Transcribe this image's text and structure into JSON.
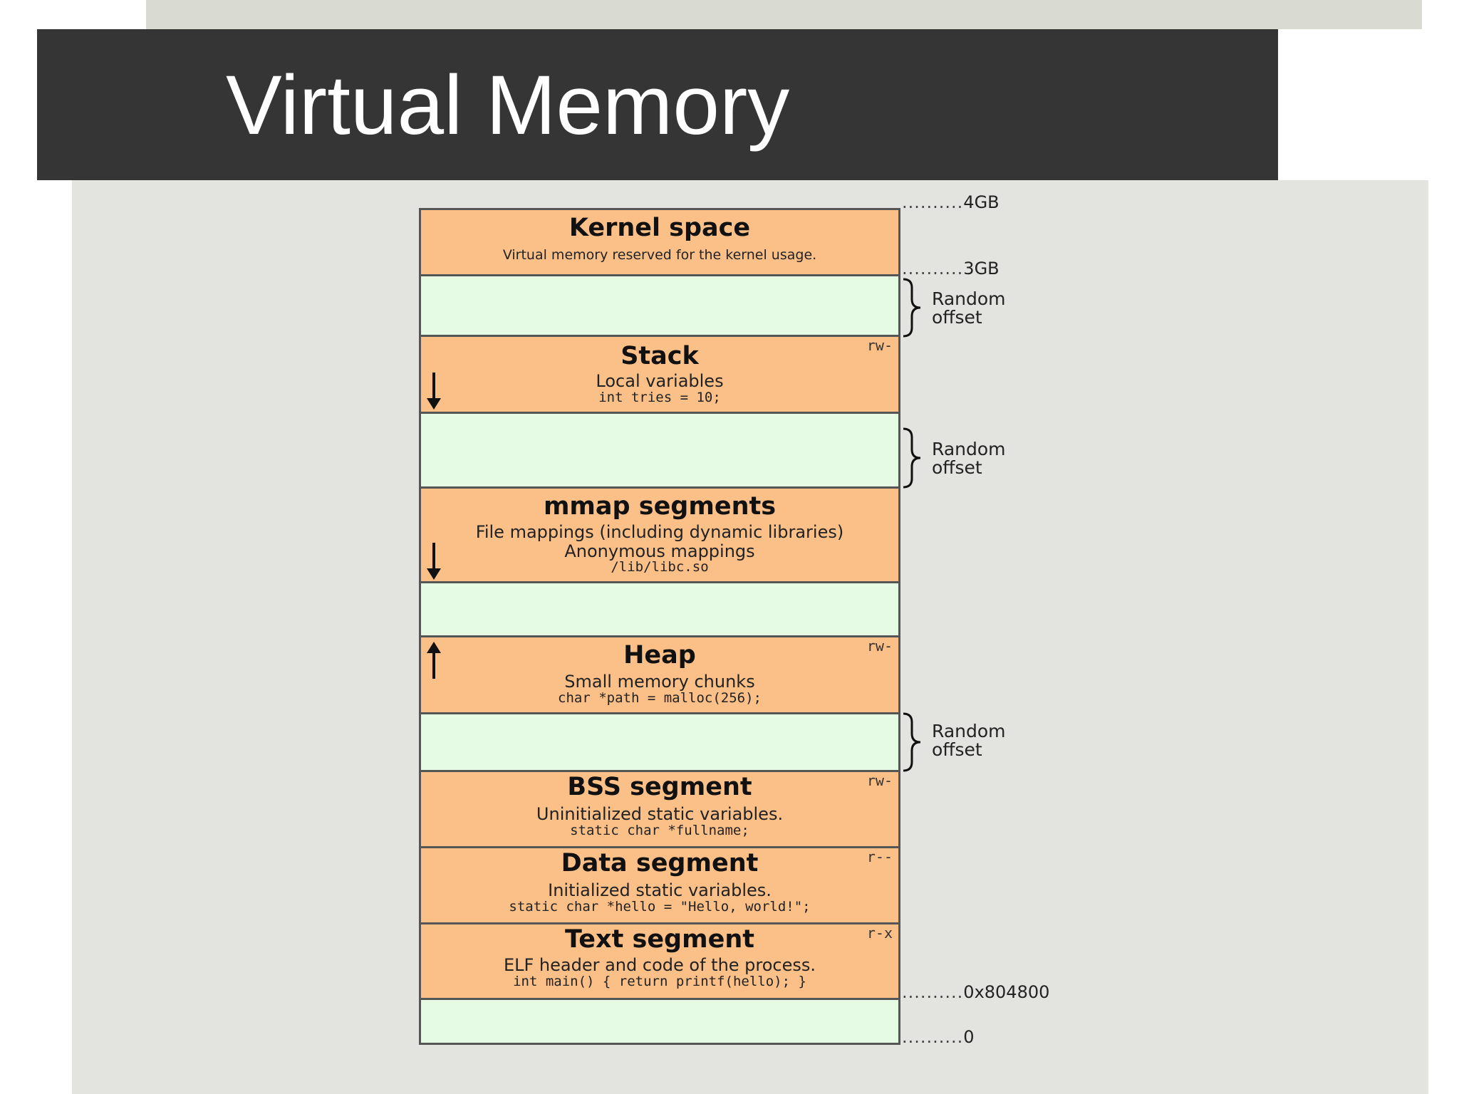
{
  "slide": {
    "title": "Virtual Memory"
  },
  "segments": {
    "kernel": {
      "title": "Kernel space",
      "description": "Virtual memory reserved for the kernel usage."
    },
    "stack": {
      "title": "Stack",
      "description": "Local variables",
      "code": "int tries = 10;",
      "permissions": "rw-",
      "growth": "down"
    },
    "mmap": {
      "title": "mmap segments",
      "description": "File mappings (including dynamic libraries)",
      "description2": "Anonymous mappings",
      "code": "/lib/libc.so",
      "growth": "down"
    },
    "heap": {
      "title": "Heap",
      "description": "Small memory chunks",
      "code": "char *path = malloc(256);",
      "permissions": "rw-",
      "growth": "up"
    },
    "bss": {
      "title": "BSS segment",
      "description": "Uninitialized static variables.",
      "code": "static char *fullname;",
      "permissions": "rw-"
    },
    "data": {
      "title": "Data segment",
      "description": "Initialized static variables.",
      "code": "static char *hello = \"Hello, world!\";",
      "permissions": "r--"
    },
    "text": {
      "title": "Text segment",
      "description": "ELF header and code of the process.",
      "code": "int main() { return printf(hello); }",
      "permissions": "r-x"
    }
  },
  "addresses": {
    "top": "4GB",
    "kernel_boundary": "3GB",
    "text_start": "0x804800",
    "bottom": "0"
  },
  "random_offsets": [
    {
      "line1": "Random",
      "line2": "offset"
    },
    {
      "line1": "Random",
      "line2": "offset"
    },
    {
      "line1": "Random",
      "line2": "offset"
    }
  ],
  "colors": {
    "title_bar": "#353535",
    "panel": "#e3e3df",
    "used_segment": "#fbbf88",
    "free_segment": "#e6fbe3",
    "border": "#555555"
  }
}
